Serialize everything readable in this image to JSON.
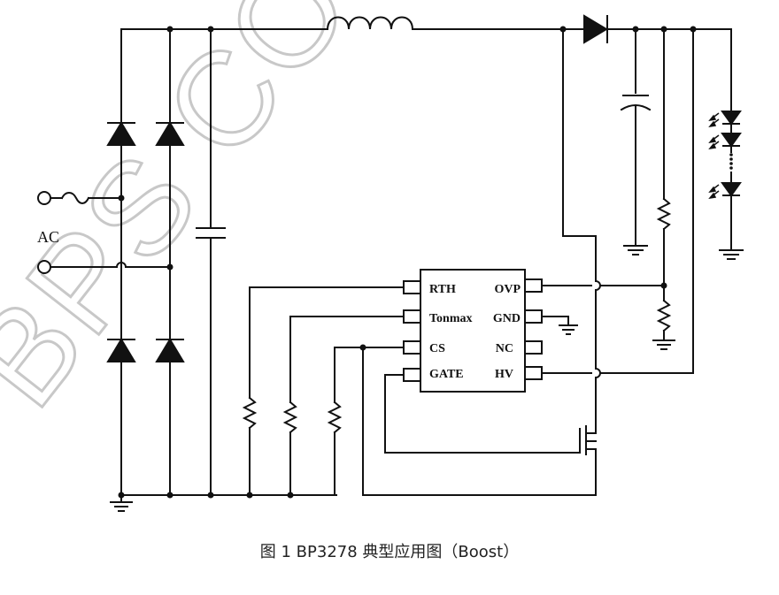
{
  "labels": {
    "ac": "AC",
    "pins_left": [
      "RTH",
      "Tonmax",
      "CS",
      "GATE"
    ],
    "pins_right": [
      "OVP",
      "GND",
      "NC",
      "HV"
    ]
  },
  "caption": "图 1 BP3278 典型应用图（Boost）",
  "watermark": "BPS CONFIDENTIAL",
  "colors": {
    "line": "#111111",
    "watermark": "#c8c8c8",
    "background": "#ffffff"
  }
}
